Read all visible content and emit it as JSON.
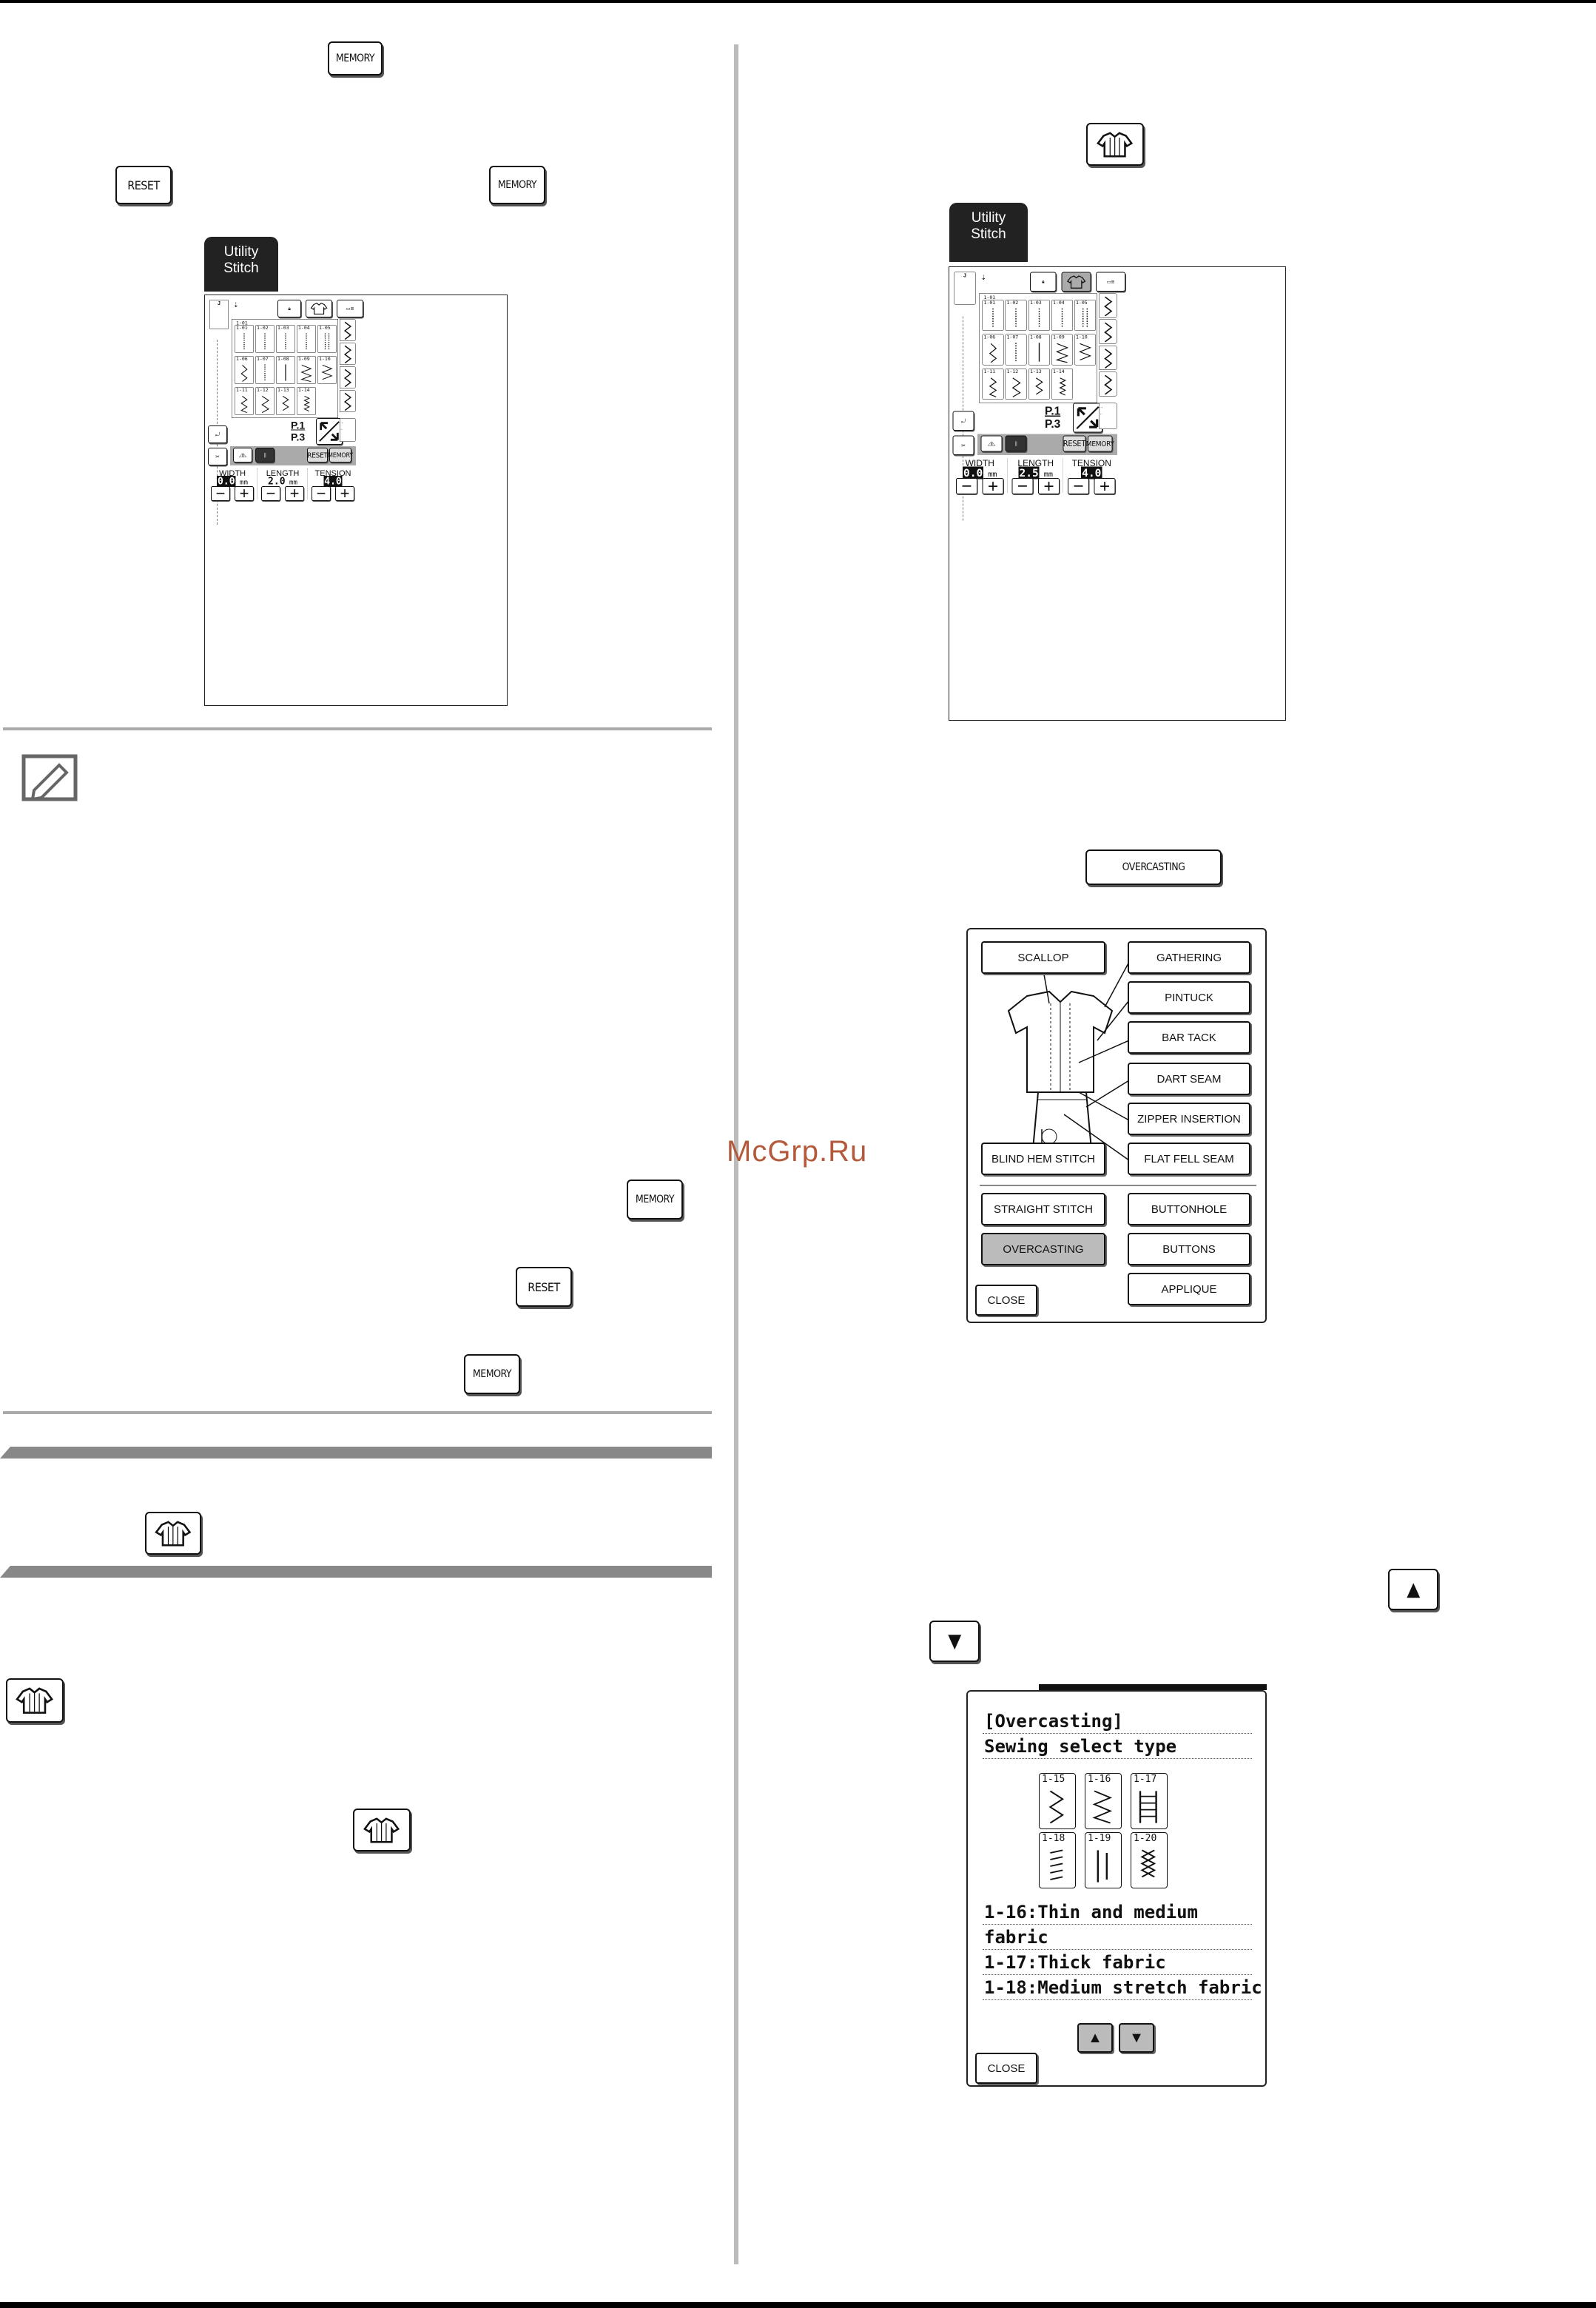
{
  "buttons": {
    "memory": "MEMORY",
    "reset": "RESET",
    "overcasting": "OVERCASTING"
  },
  "utility_tab": {
    "line1": "Utility",
    "line2": "Stitch"
  },
  "screen1": {
    "grid_label": "1-01",
    "stitches": [
      "1-01",
      "1-02",
      "1-03",
      "1-04",
      "1-05",
      "1-06",
      "1-07",
      "1-08",
      "1-09",
      "1-10",
      "1-11",
      "1-12",
      "1-13",
      "1-14"
    ],
    "page_top": "P.1",
    "page_bottom": "P.3",
    "reset": "RESET",
    "memory": "MEMORY",
    "width_label": "WIDTH",
    "width_value": "0.0",
    "length_label": "LENGTH",
    "length_value": "2.0",
    "tension_label": "TENSION",
    "tension_value": "4.0",
    "unit": "mm"
  },
  "screen2": {
    "grid_label": "1-01",
    "stitches": [
      "1-01",
      "1-02",
      "1-03",
      "1-04",
      "1-05",
      "1-06",
      "1-07",
      "1-08",
      "1-09",
      "1-10",
      "1-11",
      "1-12",
      "1-13",
      "1-14"
    ],
    "page_top": "P.1",
    "page_bottom": "P.3",
    "reset": "RESET",
    "memory": "MEMORY",
    "width_label": "WIDTH",
    "width_value": "0.0",
    "length_label": "LENGTH",
    "length_value": "2.5",
    "tension_label": "TENSION",
    "tension_value": "4.0",
    "unit": "mm"
  },
  "sewing_menu": {
    "scallop": "SCALLOP",
    "gathering": "GATHERING",
    "pintuck": "PINTUCK",
    "bar_tack": "BAR TACK",
    "dart_seam": "DART SEAM",
    "zipper_insertion": "ZIPPER INSERTION",
    "blind_hem_stitch": "BLIND HEM STITCH",
    "flat_fell_seam": "FLAT FELL SEAM",
    "straight_stitch": "STRAIGHT STITCH",
    "buttonhole": "BUTTONHOLE",
    "overcasting": "OVERCASTING",
    "buttons": "BUTTONS",
    "applique": "APPLIQUE",
    "close": "CLOSE"
  },
  "overcasting_info": {
    "title": "[Overcasting]",
    "subtitle": "Sewing select type",
    "stitches": [
      "1-15",
      "1-16",
      "1-17",
      "1-18",
      "1-19",
      "1-20"
    ],
    "line1": "1-16:Thin and medium",
    "line2": "fabric",
    "line3": "1-17:Thick fabric",
    "line4": "1-18:Medium stretch fabric",
    "up": "▲",
    "down": "▼",
    "close": "CLOSE"
  },
  "watermark": "McGrp.Ru"
}
